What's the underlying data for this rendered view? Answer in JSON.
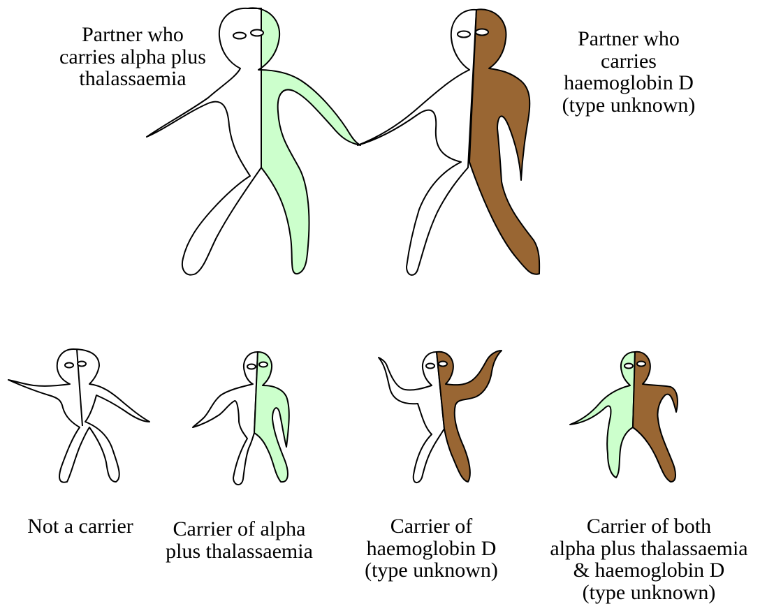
{
  "colors": {
    "alpha_plus_thalassaemia": "#ccffcc",
    "haemoglobin_d": "#996633",
    "none": "#ffffff",
    "outline": "#000000"
  },
  "parents": {
    "left_partner": {
      "label_lines": [
        "Partner who",
        "carries alpha plus",
        "thalassaemia"
      ]
    },
    "right_partner": {
      "label_lines": [
        "Partner who",
        "carries",
        "haemoglobin D",
        "(type unknown)"
      ]
    }
  },
  "children": {
    "not_carrier": {
      "label_lines": [
        "Not a carrier"
      ]
    },
    "alpha_carrier": {
      "label_lines": [
        "Carrier of alpha",
        "plus thalassaemia"
      ]
    },
    "hbd_carrier": {
      "label_lines": [
        "Carrier of",
        "haemoglobin D",
        "(type unknown)"
      ]
    },
    "both_carrier": {
      "label_lines": [
        "Carrier of both",
        "alpha plus thalassaemia",
        "& haemoglobin D",
        "(type unknown)"
      ]
    }
  }
}
